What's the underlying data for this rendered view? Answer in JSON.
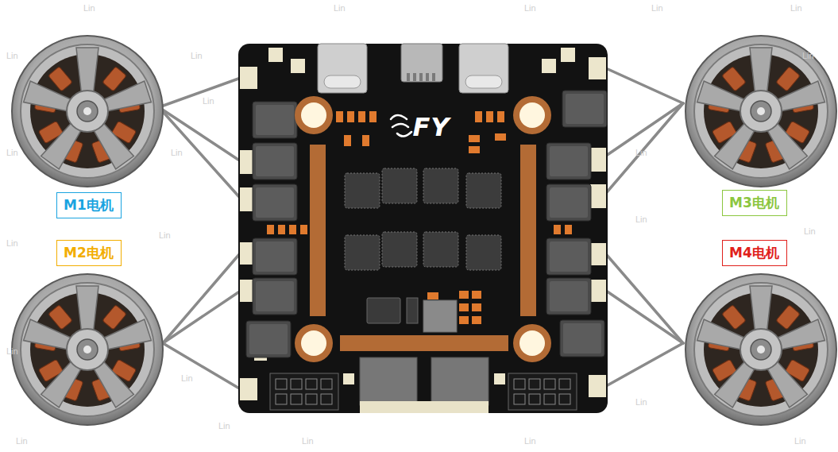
{
  "diagram": {
    "nodes": [
      {
        "text": [
          "M1电机"
        ]
      },
      {
        "text": [
          "M3电机"
        ]
      },
      {
        "text": [
          "M2电机"
        ]
      },
      {
        "text": [
          "M4电机"
        ]
      }
    ],
    "labels": [
      "Lin",
      "Lin",
      "Lin",
      "Lin",
      "Lin",
      "Lin",
      "Lin",
      "Lin",
      "Lin",
      "FY",
      "Lin",
      "Lin",
      "Lin",
      "Lin",
      "Lin",
      "Lin",
      "Lin",
      "Lin",
      "Lin",
      "Lin",
      "Lin",
      "Lin",
      "Lin",
      "Lin",
      "Lin"
    ]
  }
}
